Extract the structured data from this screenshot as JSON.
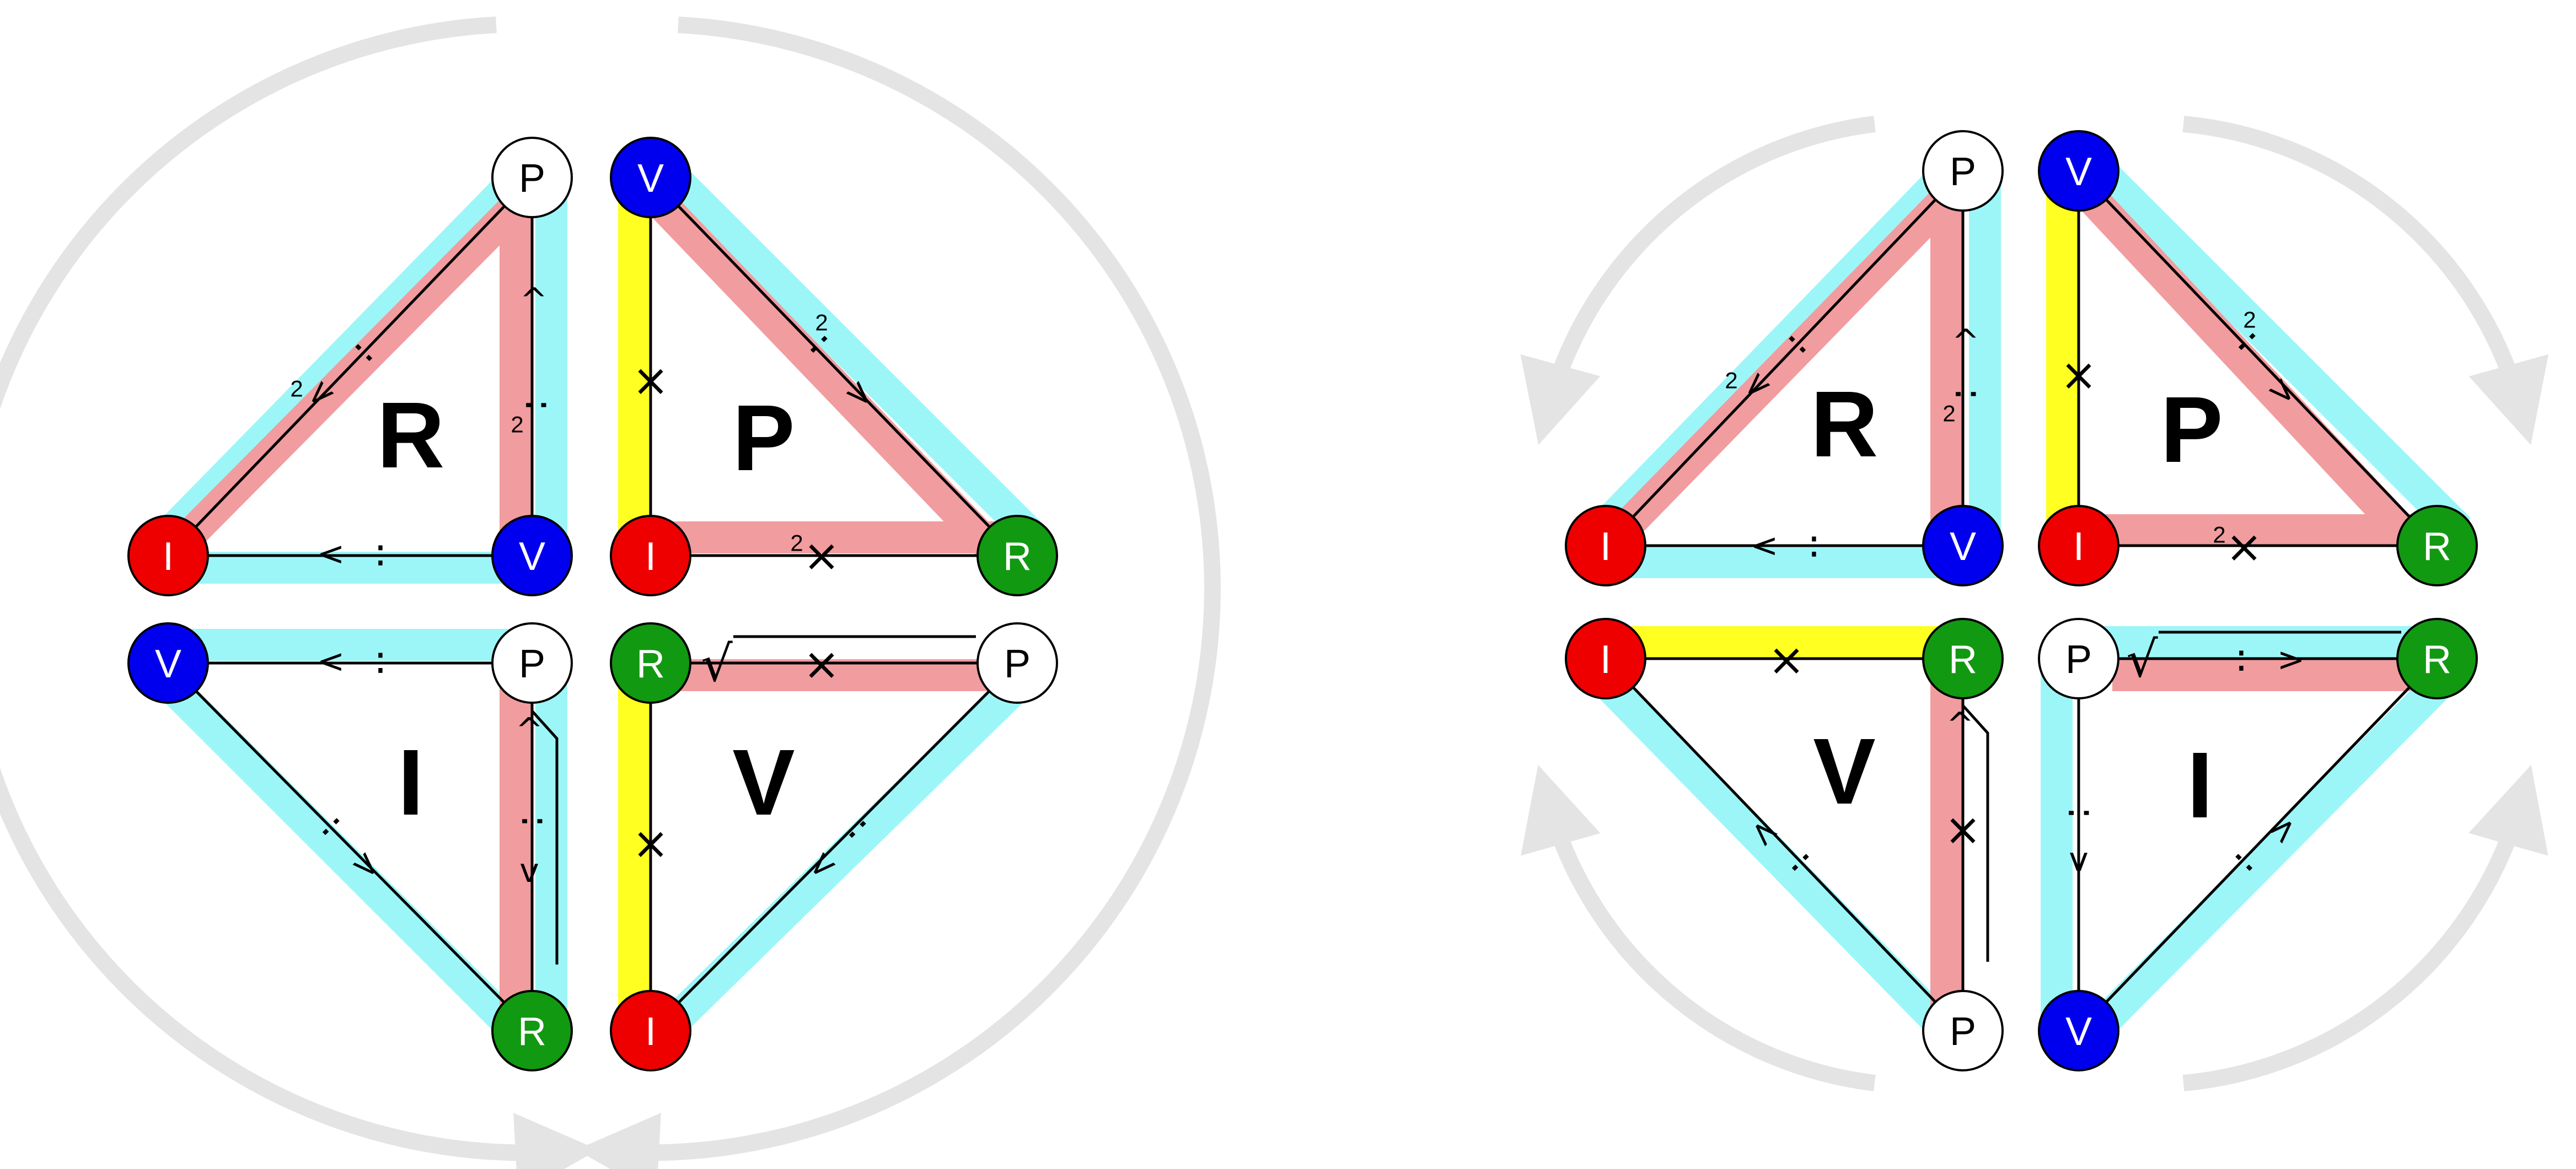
{
  "colors": {
    "cyan": "#9cf6f8",
    "pink": "#f19c9f",
    "yellow": "#ffff22",
    "node_I": "#ee0000",
    "node_V": "#0000ee",
    "node_R": "#119911",
    "node_P": "#ffffff",
    "arrow": "#e4e4e4"
  },
  "node_letters": {
    "I": "I",
    "V": "V",
    "R": "R",
    "P": "P"
  },
  "symbols": {
    "dots": "∶",
    "times": "×",
    "sqrt": "√",
    "two": "2",
    "arrow_left": "<",
    "arrow_right": ">",
    "arrow_up": "^",
    "arrow_down": "v"
  },
  "panels": [
    {
      "id": "left",
      "triangles": [
        {
          "id": "left-R",
          "letter": "R"
        },
        {
          "id": "left-P",
          "letter": "P"
        },
        {
          "id": "left-I",
          "letter": "I"
        },
        {
          "id": "left-V",
          "letter": "V"
        }
      ]
    },
    {
      "id": "right",
      "triangles": [
        {
          "id": "right-R",
          "letter": "R"
        },
        {
          "id": "right-P",
          "letter": "P"
        },
        {
          "id": "right-V",
          "letter": "V"
        },
        {
          "id": "right-I",
          "letter": "I"
        }
      ]
    }
  ]
}
